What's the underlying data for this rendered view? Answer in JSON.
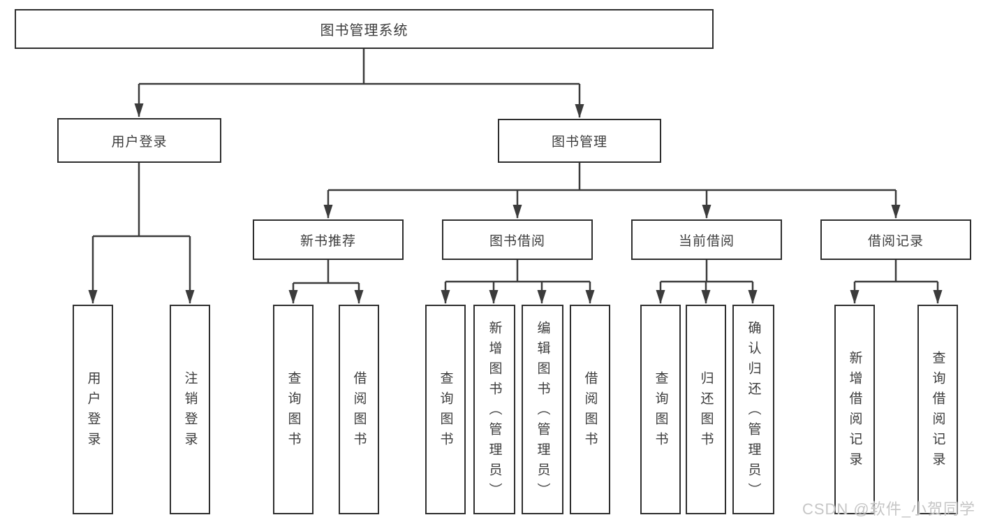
{
  "diagram": {
    "title_node": {
      "label": "图书管理系统"
    },
    "level2": [
      {
        "id": "user-login",
        "label": "用户登录"
      },
      {
        "id": "book-management",
        "label": "图书管理"
      }
    ],
    "level3": [
      {
        "id": "new-book-recommend",
        "label": "新书推荐"
      },
      {
        "id": "book-borrow",
        "label": "图书借阅"
      },
      {
        "id": "current-borrow",
        "label": "当前借阅"
      },
      {
        "id": "borrow-records",
        "label": "借阅记录"
      }
    ],
    "leaves": {
      "user_login_children": [
        "用户登录",
        "注销登录"
      ],
      "new_book_children": [
        "查询图书",
        "借阅图书"
      ],
      "book_borrow_children": [
        "查询图书",
        "新增图书（管理员）",
        "编辑图书（管理员）",
        "借阅图书"
      ],
      "current_borrow_children": [
        "查询图书",
        "归还图书",
        "确认归还（管理员）"
      ],
      "records_children": [
        "新增借阅记录",
        "查询借阅记录"
      ]
    }
  },
  "watermark": {
    "text": "CSDN @软件_小贺同学"
  },
  "colors": {
    "line": "#3b3b3b",
    "border": "#2e2e2e",
    "text": "#3c3c3c",
    "watermark": "#c6c6c6",
    "background": "#ffffff"
  }
}
